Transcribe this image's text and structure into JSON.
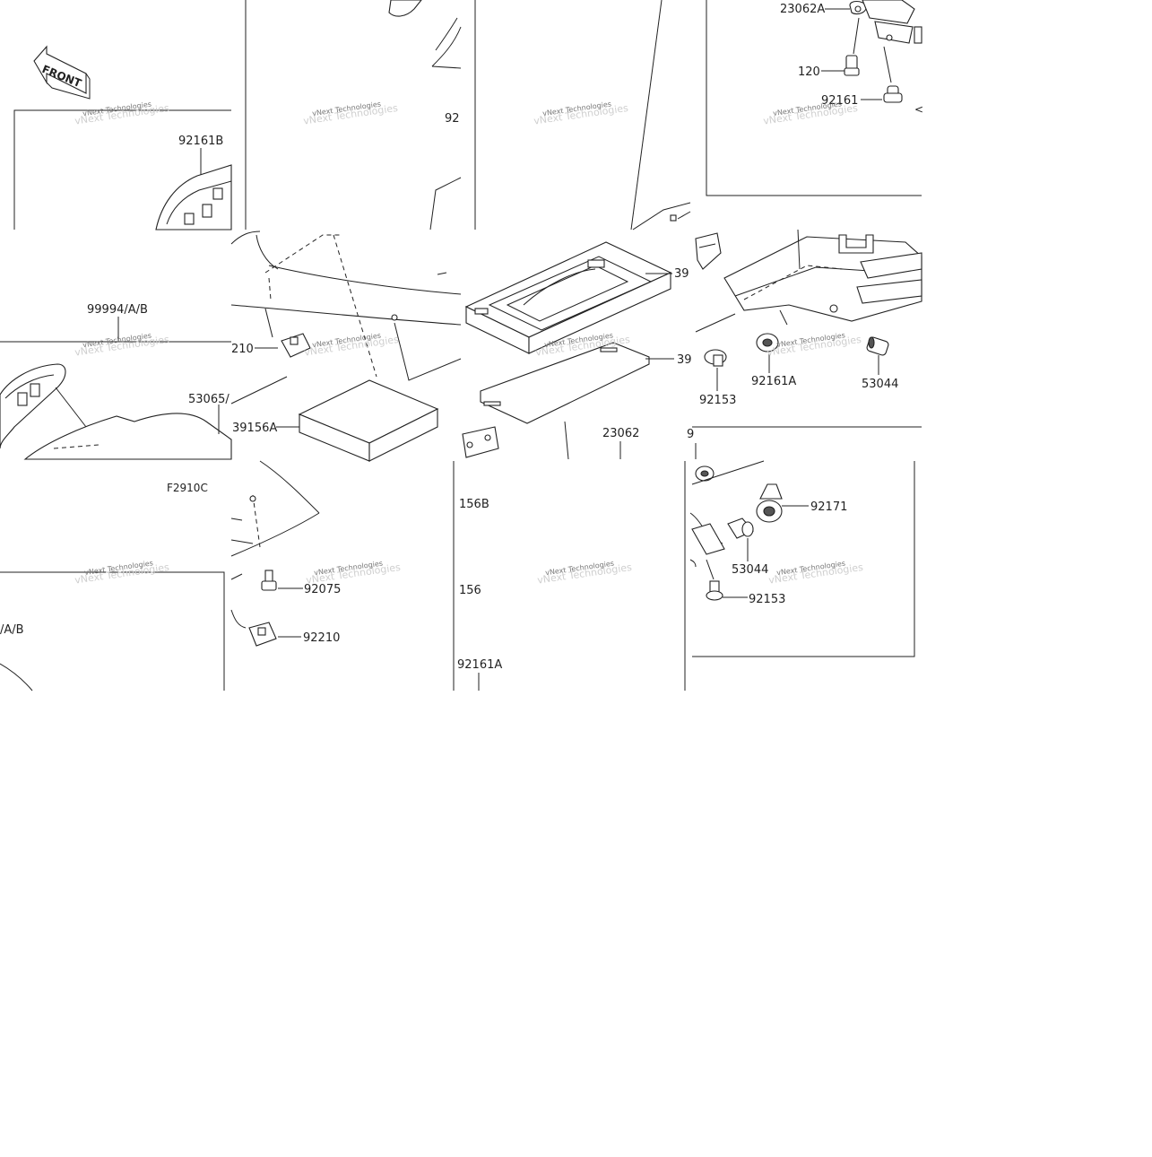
{
  "diagram": {
    "front_marker": "FRONT",
    "callouts": {
      "c92161B": "92161B",
      "c23062A": "23062A",
      "c120": "120",
      "c92161_top": "92161",
      "c92_partial": "92",
      "c99994": "99994/A/B",
      "c210": "210",
      "c39_top": "39",
      "c39_mid": "39",
      "c92153_a": "92153",
      "c92161A_a": "92161A",
      "c53044_a": "53044",
      "c53065": "53065/",
      "c39156A": "39156A",
      "c23062": "23062",
      "c9_partial": "9",
      "cF2910C": "F2910C",
      "c156B": "156B",
      "c92171": "92171",
      "c53044_b": "53044",
      "c92075": "92075",
      "c156": "156",
      "c92153_b": "92153",
      "c92210": "92210",
      "cAB": "/A/B",
      "c92161A_b": "92161A"
    },
    "watermark": {
      "text": "vNext Technologies",
      "shadow_text": "vNext Technologies"
    }
  }
}
